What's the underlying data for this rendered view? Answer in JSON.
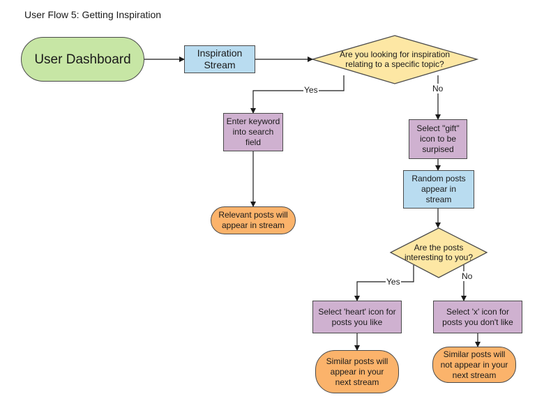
{
  "title": "User Flow 5: Getting Inspiration",
  "nodes": {
    "dashboard": "User Dashboard",
    "inspiration_stream": "Inspiration Stream",
    "topic_question": "Are you looking for inspiration relating to a specific topic?",
    "enter_keyword": "Enter keyword into search field",
    "relevant_posts": "Relevant posts will appear in stream",
    "select_gift": "Select \"gift\" icon to be surpised",
    "random_posts": "Random posts appear in stream",
    "interesting_question": "Are the posts interesting to you?",
    "select_heart": "Select 'heart' icon for posts you like",
    "select_x": "Select 'x' icon for posts you don't like",
    "similar_posts_yes": "Similar posts will appear in your next stream",
    "similar_posts_no": "Similar posts will not appear in your next stream"
  },
  "edges": {
    "topic_yes": "Yes",
    "topic_no": "No",
    "interesting_yes": "Yes",
    "interesting_no": "No"
  },
  "colors": {
    "terminal_start": "#c7e6a5",
    "process_blue": "#b9dcf0",
    "process_purple": "#cfb1d0",
    "decision": "#fde7a4",
    "terminal_end": "#fbb36b"
  }
}
